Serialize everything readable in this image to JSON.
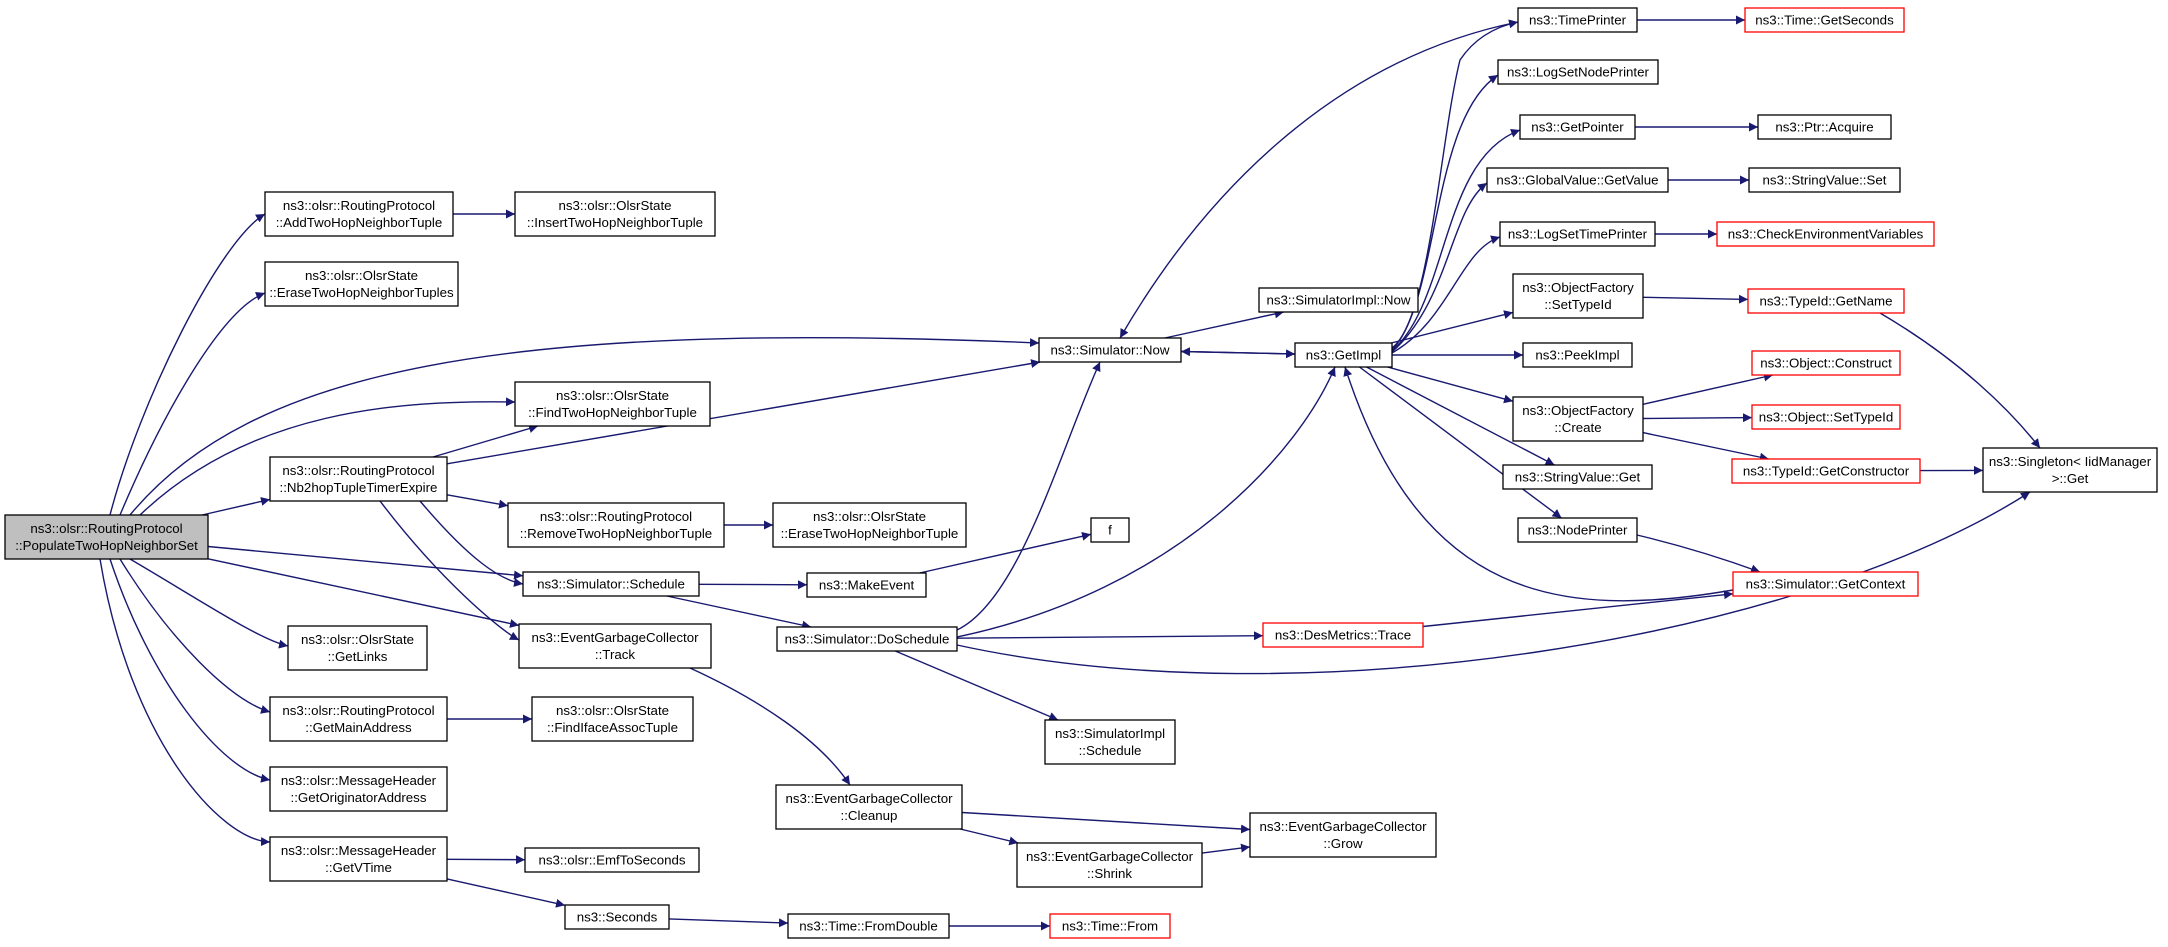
{
  "colors": {
    "edge": "#191970",
    "node_border": "#000000",
    "external_border": "#ff0000",
    "root_fill": "#bfbfbf",
    "background": "#ffffff"
  },
  "nodes": [
    {
      "id": "root",
      "lines": [
        "ns3::olsr::RoutingProtocol",
        "::PopulateTwoHopNeighborSet"
      ],
      "style": "root"
    },
    {
      "id": "addTwoHop",
      "lines": [
        "ns3::olsr::RoutingProtocol",
        "::AddTwoHopNeighborTuple"
      ],
      "style": "normal"
    },
    {
      "id": "eraseTwoHopTuples",
      "lines": [
        "ns3::olsr::OlsrState",
        "::EraseTwoHopNeighborTuples"
      ],
      "style": "normal"
    },
    {
      "id": "nb2hop",
      "lines": [
        "ns3::olsr::RoutingProtocol",
        "::Nb2hopTupleTimerExpire"
      ],
      "style": "normal"
    },
    {
      "id": "getLinks",
      "lines": [
        "ns3::olsr::OlsrState",
        "::GetLinks"
      ],
      "style": "normal"
    },
    {
      "id": "getMainAddress",
      "lines": [
        "ns3::olsr::RoutingProtocol",
        "::GetMainAddress"
      ],
      "style": "normal"
    },
    {
      "id": "getOriginator",
      "lines": [
        "ns3::olsr::MessageHeader",
        "::GetOriginatorAddress"
      ],
      "style": "normal"
    },
    {
      "id": "getVTime",
      "lines": [
        "ns3::olsr::MessageHeader",
        "::GetVTime"
      ],
      "style": "normal"
    },
    {
      "id": "insertTwoHop",
      "lines": [
        "ns3::olsr::OlsrState",
        "::InsertTwoHopNeighborTuple"
      ],
      "style": "normal"
    },
    {
      "id": "findTwoHop",
      "lines": [
        "ns3::olsr::OlsrState",
        "::FindTwoHopNeighborTuple"
      ],
      "style": "normal"
    },
    {
      "id": "removeTwoHop",
      "lines": [
        "ns3::olsr::RoutingProtocol",
        "::RemoveTwoHopNeighborTuple"
      ],
      "style": "normal"
    },
    {
      "id": "schedule",
      "lines": [
        "ns3::Simulator::Schedule"
      ],
      "style": "normal"
    },
    {
      "id": "egcTrack",
      "lines": [
        "ns3::EventGarbageCollector",
        "::Track"
      ],
      "style": "normal"
    },
    {
      "id": "findIface",
      "lines": [
        "ns3::olsr::OlsrState",
        "::FindIfaceAssocTuple"
      ],
      "style": "normal"
    },
    {
      "id": "emfToSeconds",
      "lines": [
        "ns3::olsr::EmfToSeconds"
      ],
      "style": "normal"
    },
    {
      "id": "seconds",
      "lines": [
        "ns3::Seconds"
      ],
      "style": "normal"
    },
    {
      "id": "eraseTwoHopTuple",
      "lines": [
        "ns3::olsr::OlsrState",
        "::EraseTwoHopNeighborTuple"
      ],
      "style": "normal"
    },
    {
      "id": "makeEvent",
      "lines": [
        "ns3::MakeEvent"
      ],
      "style": "normal"
    },
    {
      "id": "doSchedule",
      "lines": [
        "ns3::Simulator::DoSchedule"
      ],
      "style": "normal"
    },
    {
      "id": "egcCleanup",
      "lines": [
        "ns3::EventGarbageCollector",
        "::Cleanup"
      ],
      "style": "normal"
    },
    {
      "id": "fromDouble",
      "lines": [
        "ns3::Time::FromDouble"
      ],
      "style": "normal"
    },
    {
      "id": "simNow",
      "lines": [
        "ns3::Simulator::Now"
      ],
      "style": "normal"
    },
    {
      "id": "f",
      "lines": [
        "f"
      ],
      "style": "normal"
    },
    {
      "id": "implSchedule",
      "lines": [
        "ns3::SimulatorImpl",
        "::Schedule"
      ],
      "style": "normal"
    },
    {
      "id": "egcShrink",
      "lines": [
        "ns3::EventGarbageCollector",
        "::Shrink"
      ],
      "style": "normal"
    },
    {
      "id": "timeFrom",
      "lines": [
        "ns3::Time::From"
      ],
      "style": "external"
    },
    {
      "id": "implNow",
      "lines": [
        "ns3::SimulatorImpl::Now"
      ],
      "style": "normal"
    },
    {
      "id": "getImpl",
      "lines": [
        "ns3::GetImpl"
      ],
      "style": "normal"
    },
    {
      "id": "desTrace",
      "lines": [
        "ns3::DesMetrics::Trace"
      ],
      "style": "external"
    },
    {
      "id": "egcGrow",
      "lines": [
        "ns3::EventGarbageCollector",
        "::Grow"
      ],
      "style": "normal"
    },
    {
      "id": "timePrinter",
      "lines": [
        "ns3::TimePrinter"
      ],
      "style": "normal"
    },
    {
      "id": "logSetNode",
      "lines": [
        "ns3::LogSetNodePrinter"
      ],
      "style": "normal"
    },
    {
      "id": "getPointer",
      "lines": [
        "ns3::GetPointer"
      ],
      "style": "normal"
    },
    {
      "id": "gvGetValue",
      "lines": [
        "ns3::GlobalValue::GetValue"
      ],
      "style": "normal"
    },
    {
      "id": "logSetTime",
      "lines": [
        "ns3::LogSetTimePrinter"
      ],
      "style": "normal"
    },
    {
      "id": "ofSetTypeId",
      "lines": [
        "ns3::ObjectFactory",
        "::SetTypeId"
      ],
      "style": "normal"
    },
    {
      "id": "peekImpl",
      "lines": [
        "ns3::PeekImpl"
      ],
      "style": "normal"
    },
    {
      "id": "ofCreate",
      "lines": [
        "ns3::ObjectFactory",
        "::Create"
      ],
      "style": "normal"
    },
    {
      "id": "svGet",
      "lines": [
        "ns3::StringValue::Get"
      ],
      "style": "normal"
    },
    {
      "id": "nodePrinter",
      "lines": [
        "ns3::NodePrinter"
      ],
      "style": "normal"
    },
    {
      "id": "timeGetSeconds",
      "lines": [
        "ns3::Time::GetSeconds"
      ],
      "style": "external"
    },
    {
      "id": "ptrAcquire",
      "lines": [
        "ns3::Ptr::Acquire"
      ],
      "style": "normal"
    },
    {
      "id": "svSet",
      "lines": [
        "ns3::StringValue::Set"
      ],
      "style": "normal"
    },
    {
      "id": "checkEnv",
      "lines": [
        "ns3::CheckEnvironmentVariables"
      ],
      "style": "external"
    },
    {
      "id": "typeIdGetName",
      "lines": [
        "ns3::TypeId::GetName"
      ],
      "style": "external"
    },
    {
      "id": "objConstruct",
      "lines": [
        "ns3::Object::Construct"
      ],
      "style": "external"
    },
    {
      "id": "objSetTypeId",
      "lines": [
        "ns3::Object::SetTypeId"
      ],
      "style": "external"
    },
    {
      "id": "typeIdGetCtor",
      "lines": [
        "ns3::TypeId::GetConstructor"
      ],
      "style": "external"
    },
    {
      "id": "simGetContext",
      "lines": [
        "ns3::Simulator::GetContext"
      ],
      "style": "external"
    },
    {
      "id": "singletonGet",
      "lines": [
        "ns3::Singleton< IidManager",
        ">::Get"
      ],
      "style": "normal"
    }
  ],
  "edges": [
    [
      "root",
      "addTwoHop"
    ],
    [
      "root",
      "eraseTwoHopTuples"
    ],
    [
      "root",
      "simNow"
    ],
    [
      "root",
      "findTwoHop"
    ],
    [
      "root",
      "nb2hop"
    ],
    [
      "root",
      "schedule"
    ],
    [
      "root",
      "egcTrack"
    ],
    [
      "root",
      "getLinks"
    ],
    [
      "root",
      "getMainAddress"
    ],
    [
      "root",
      "getOriginator"
    ],
    [
      "root",
      "getVTime"
    ],
    [
      "addTwoHop",
      "insertTwoHop"
    ],
    [
      "nb2hop",
      "findTwoHop"
    ],
    [
      "nb2hop",
      "simNow"
    ],
    [
      "nb2hop",
      "removeTwoHop"
    ],
    [
      "nb2hop",
      "schedule"
    ],
    [
      "nb2hop",
      "egcTrack"
    ],
    [
      "removeTwoHop",
      "eraseTwoHopTuple"
    ],
    [
      "getMainAddress",
      "findIface"
    ],
    [
      "getVTime",
      "emfToSeconds"
    ],
    [
      "getVTime",
      "seconds"
    ],
    [
      "seconds",
      "fromDouble"
    ],
    [
      "fromDouble",
      "timeFrom"
    ],
    [
      "schedule",
      "makeEvent"
    ],
    [
      "schedule",
      "doSchedule"
    ],
    [
      "makeEvent",
      "f"
    ],
    [
      "egcTrack",
      "egcCleanup"
    ],
    [
      "egcCleanup",
      "egcGrow"
    ],
    [
      "egcCleanup",
      "egcShrink"
    ],
    [
      "egcShrink",
      "egcGrow"
    ],
    [
      "doSchedule",
      "simNow"
    ],
    [
      "doSchedule",
      "getImpl"
    ],
    [
      "doSchedule",
      "desTrace"
    ],
    [
      "doSchedule",
      "implSchedule"
    ],
    [
      "doSchedule",
      "singletonGet"
    ],
    [
      "simNow",
      "implNow"
    ],
    [
      "simNow",
      "getImpl"
    ],
    [
      "getImpl",
      "timePrinter"
    ],
    [
      "getImpl",
      "logSetNode"
    ],
    [
      "getImpl",
      "getPointer"
    ],
    [
      "getImpl",
      "gvGetValue"
    ],
    [
      "getImpl",
      "logSetTime"
    ],
    [
      "getImpl",
      "ofSetTypeId"
    ],
    [
      "getImpl",
      "peekImpl"
    ],
    [
      "getImpl",
      "ofCreate"
    ],
    [
      "getImpl",
      "svGet"
    ],
    [
      "getImpl",
      "nodePrinter"
    ],
    [
      "getImpl",
      "simNow"
    ],
    [
      "timePrinter",
      "timeGetSeconds"
    ],
    [
      "timePrinter",
      "simNow"
    ],
    [
      "getPointer",
      "ptrAcquire"
    ],
    [
      "gvGetValue",
      "svSet"
    ],
    [
      "logSetTime",
      "checkEnv"
    ],
    [
      "ofSetTypeId",
      "typeIdGetName"
    ],
    [
      "ofCreate",
      "objConstruct"
    ],
    [
      "ofCreate",
      "objSetTypeId"
    ],
    [
      "ofCreate",
      "typeIdGetCtor"
    ],
    [
      "nodePrinter",
      "simGetContext"
    ],
    [
      "simGetContext",
      "getImpl"
    ],
    [
      "desTrace",
      "simGetContext"
    ],
    [
      "typeIdGetName",
      "singletonGet"
    ],
    [
      "typeIdGetCtor",
      "singletonGet"
    ]
  ]
}
